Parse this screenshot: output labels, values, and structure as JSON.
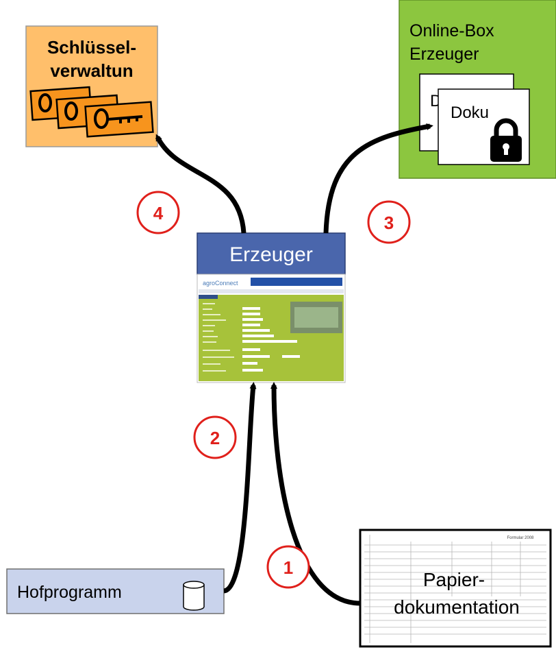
{
  "keys_box": {
    "line1": "Schlüssel-",
    "line2": "verwaltun"
  },
  "online_box": {
    "line1": "Online-Box",
    "line2": "Erzeuger",
    "doc_back": "Doku",
    "doc_front": "Doku"
  },
  "producer": {
    "title": "Erzeuger",
    "screen_logo": "agroConnect"
  },
  "farm_program": {
    "label": "Hofprogramm"
  },
  "paper": {
    "line1": "Papier-",
    "line2": "dokumentation",
    "sheet_title": "Formular 2008"
  },
  "steps": {
    "s1": "1",
    "s2": "2",
    "s3": "3",
    "s4": "4"
  },
  "colors": {
    "keys_fill": "#ffbf6b",
    "online_fill": "#8cc63f",
    "producer_header": "#4a66ac",
    "screen_green": "#a7c23a",
    "farm_fill": "#c9d3ec",
    "step_red": "#e0201b"
  },
  "icons": {
    "keys": "keys-icon",
    "lock": "lock-icon",
    "database": "database-icon"
  }
}
